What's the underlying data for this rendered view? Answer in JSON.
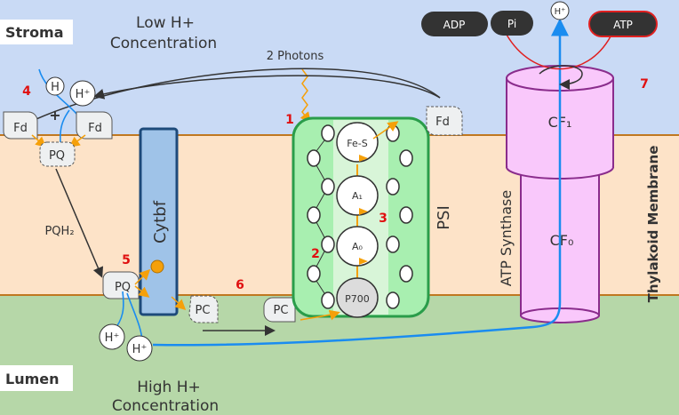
{
  "regions": {
    "stroma": "Stroma",
    "lumen": "Lumen",
    "membrane": "Thylakoid Membrane"
  },
  "low_conc": {
    "line1": "Low H+",
    "line2": "Concentration"
  },
  "high_conc": {
    "line1": "High H+",
    "line2": "Concentration"
  },
  "photons": "2 Photons",
  "steps": [
    "1",
    "2",
    "3",
    "4",
    "5",
    "6",
    "7"
  ],
  "molecules": {
    "fd": "Fd",
    "pq": "PQ",
    "pqh2": "PQH₂",
    "pc": "PC",
    "h": "H",
    "hplus": "H⁺",
    "plus": "+",
    "adp": "ADP",
    "pi": "Pi",
    "atp": "ATP"
  },
  "complexes": {
    "cytbf": "Cytbf",
    "psi": "PSI",
    "fes": "Fe-S",
    "a1": "A₁",
    "a0": "A₀",
    "p700": "P700",
    "atp_synthase": "ATP Synthase",
    "cf1": "CF₁",
    "cf0": "CF₀"
  },
  "colors": {
    "stroma": "#c9daf5",
    "membrane": "#fde3c8",
    "lumen": "#b6d7a8",
    "electron_arrow": "#f5a00a",
    "proton_path": "#1a8cf0",
    "cytbf": "#9fc3e8",
    "psi": "#a8efb0",
    "atp_synthase": "#f9c8fb"
  }
}
